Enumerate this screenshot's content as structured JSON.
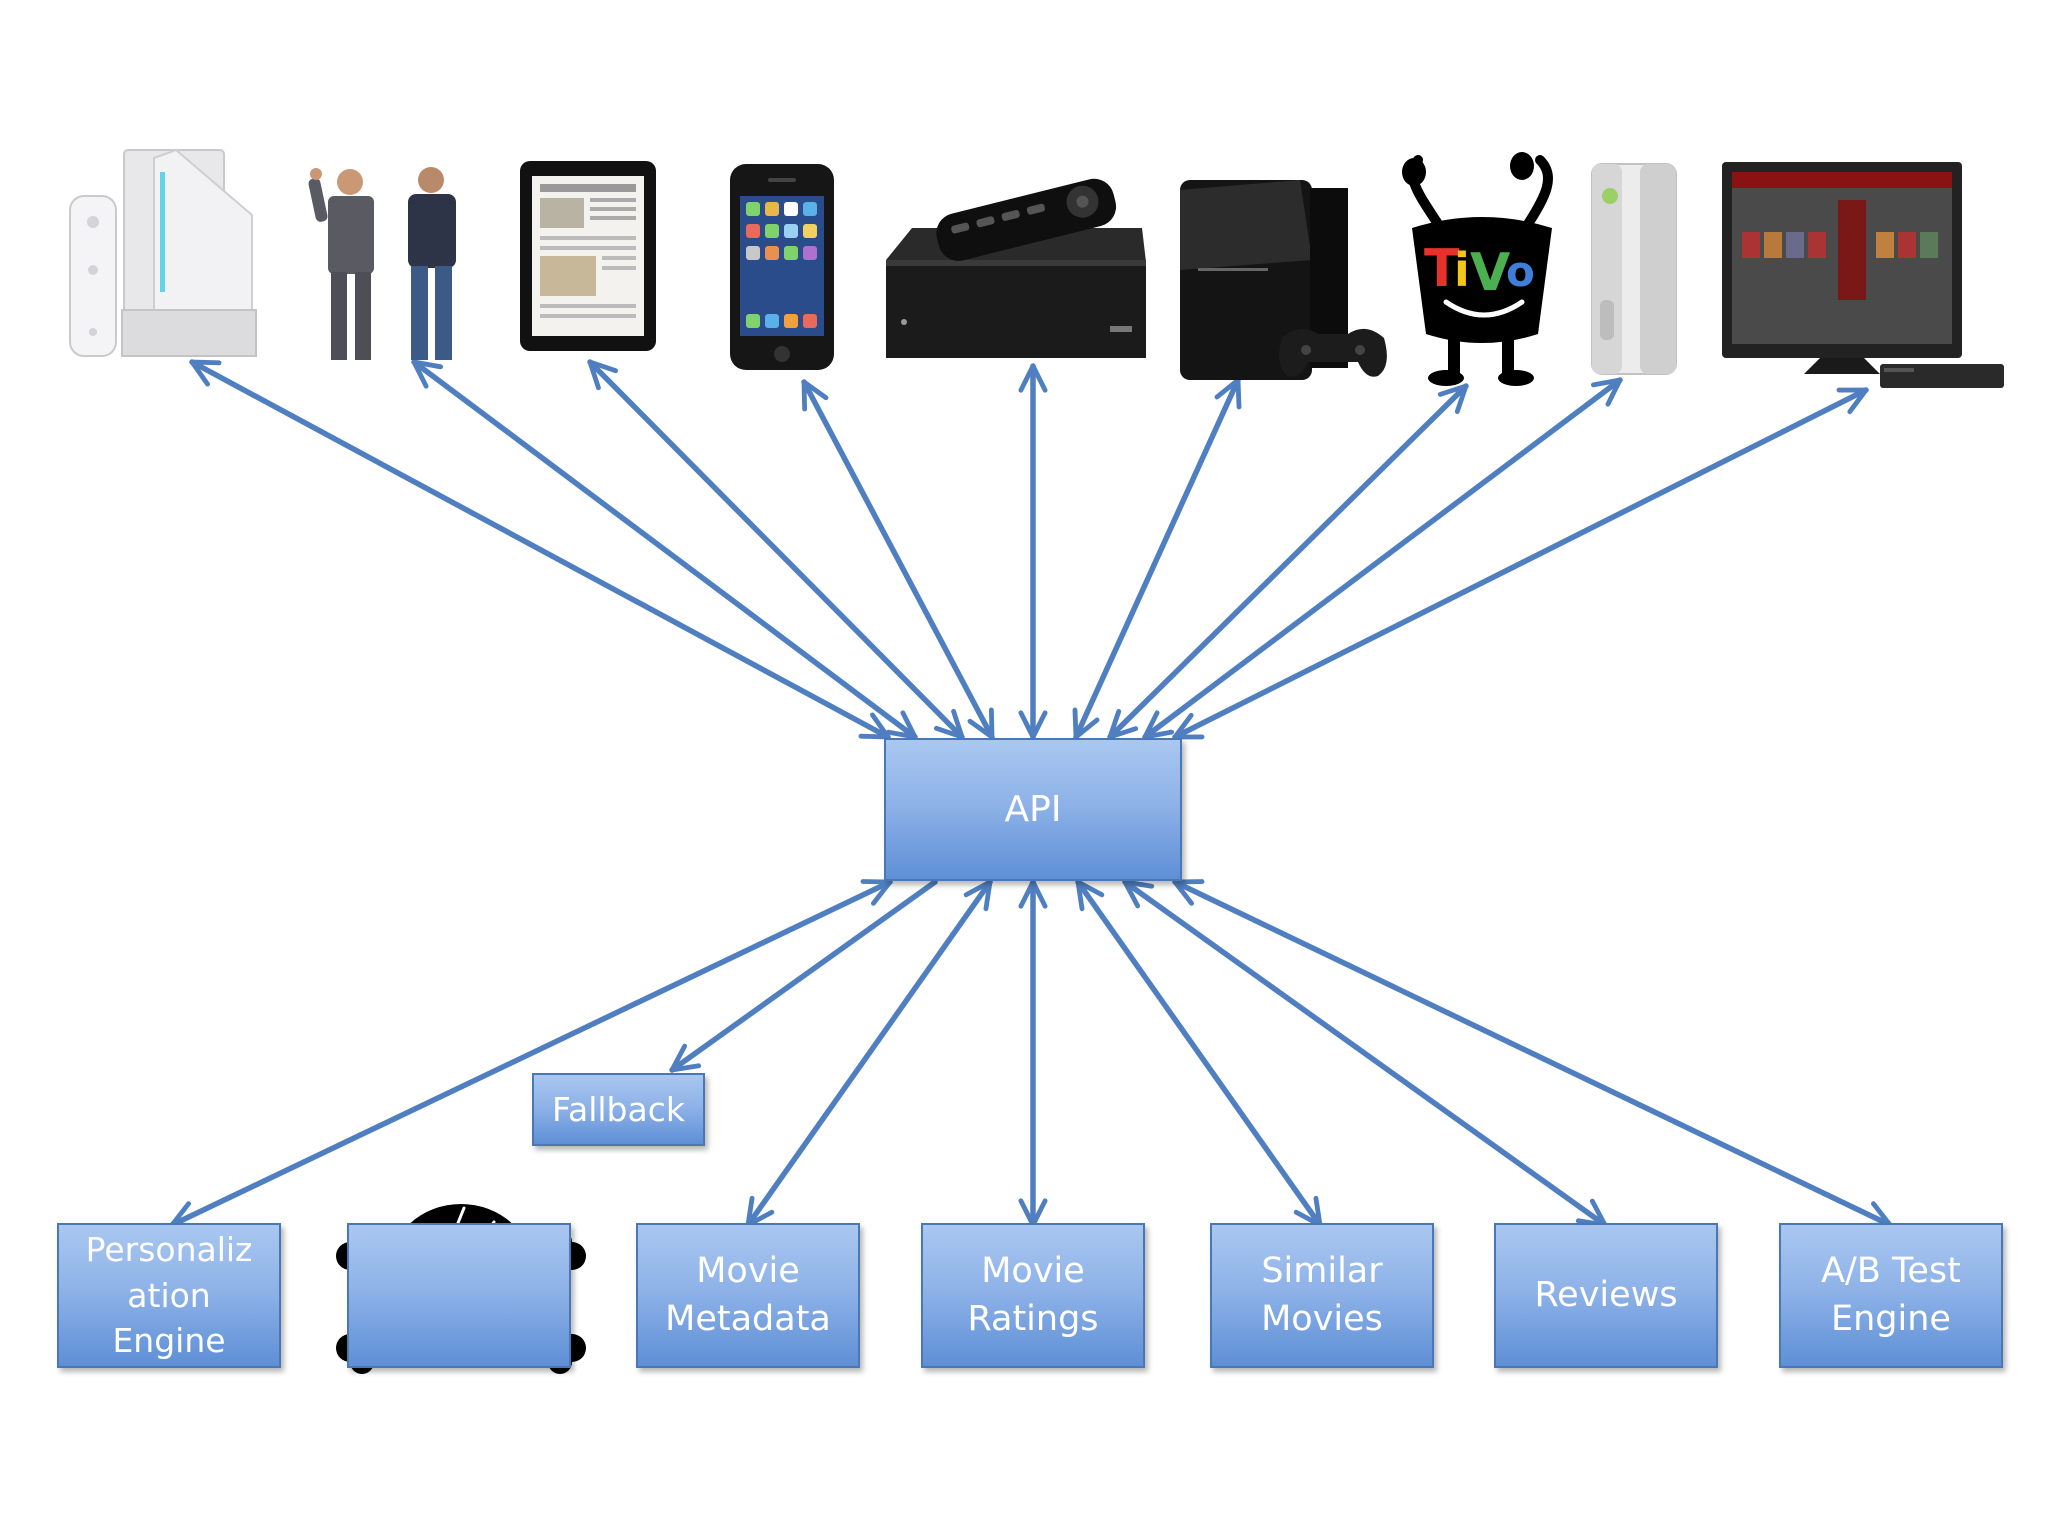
{
  "api_label": "API",
  "fallback_label": "Fallback",
  "services": [
    {
      "id": "personalization-engine",
      "label": "Personalization Engine",
      "display": "Personaliz\nation\nEngine"
    },
    {
      "id": "unknown-service",
      "label": "",
      "display": ""
    },
    {
      "id": "movie-metadata",
      "label": "Movie Metadata",
      "display": "Movie\nMetadata"
    },
    {
      "id": "movie-ratings",
      "label": "Movie Ratings",
      "display": "Movie\nRatings"
    },
    {
      "id": "similar-movies",
      "label": "Similar Movies",
      "display": "Similar\nMovies"
    },
    {
      "id": "reviews",
      "label": "Reviews",
      "display": "Reviews"
    },
    {
      "id": "ab-test-engine",
      "label": "A/B Test Engine",
      "display": "A/B Test\nEngine"
    }
  ],
  "device_icons": [
    "wii-console-icon",
    "people-icon",
    "ipad-tablet-icon",
    "iphone-icon",
    "roku-player-icon",
    "playstation3-icon",
    "tivo-icon",
    "xbox360-icon",
    "smart-tv-icon"
  ],
  "tivo_logo_text": "TiVo",
  "colors": {
    "arrow": "#4f7fc0",
    "box_top": "#a9c7f0",
    "box_bottom": "#5e8fd6",
    "box_border": "#4a78b4",
    "box_text": "#ffffff",
    "skull": "#000000"
  }
}
